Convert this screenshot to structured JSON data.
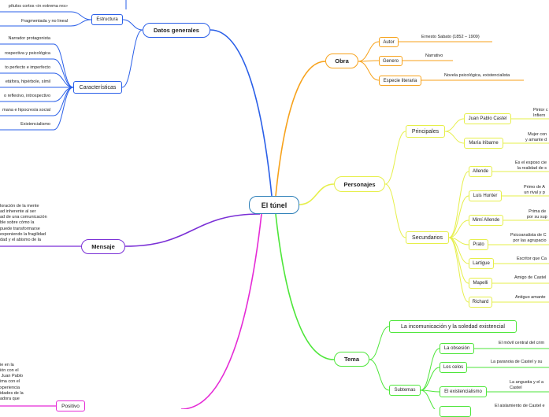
{
  "root": "El túnel",
  "colors": {
    "obra": "#f7a21b",
    "personajes": "#e6ef4a",
    "tema": "#4ee63a",
    "datos": "#2a5fe8",
    "mensaje": "#7a2fd6",
    "positivo": "#e52bd6",
    "root": "#2c7fb8"
  },
  "obra": {
    "label": "Obra",
    "items": [
      {
        "label": "Autor",
        "value": "Ernesto Sabato (1852 – 1909)"
      },
      {
        "label": "Genero",
        "value": "Narrativo"
      },
      {
        "label": "Especie literaria",
        "value": "Novela psicológica, existencialista"
      }
    ]
  },
  "personajes": {
    "label": "Personajes",
    "principales": {
      "label": "Principales",
      "items": [
        {
          "label": "Juan Pablo Castel",
          "desc": "Pintor c\nInfiern"
        },
        {
          "label": "María Iribarne",
          "desc": "Mujer con\ny amante d"
        }
      ]
    },
    "secundarios": {
      "label": "Secundarios",
      "items": [
        {
          "label": "Allende",
          "desc": "Es el esposo cie\nla realidad de s"
        },
        {
          "label": "Luis Hunter",
          "desc": "Primo de A\nun rival y p"
        },
        {
          "label": "Mimí Allende",
          "desc": "Prima de \npor su sup"
        },
        {
          "label": "Prato",
          "desc": "Psicoanalista de C\npor las agrupacio"
        },
        {
          "label": "Lartigue",
          "desc": "Escritor que Ca"
        },
        {
          "label": "Mapelli",
          "desc": "Amigo de Castel"
        },
        {
          "label": "Richard",
          "desc": "Antiguo amante"
        }
      ]
    }
  },
  "tema": {
    "label": "Tema",
    "main": "La incomunicación y la soledad existencial",
    "subtemas": {
      "label": "Subtemas",
      "items": [
        {
          "label": "La obsesión",
          "desc": "El móvil central del crim"
        },
        {
          "label": "Los celos",
          "desc": "La paranoia de Castel y su"
        },
        {
          "label": "El existencialismo",
          "desc": "La angustia y el a\nCastel"
        },
        {
          "label": "",
          "desc": "El aislamiento de Castel e"
        }
      ]
    }
  },
  "datos": {
    "label": "Datos generales",
    "estructura": {
      "label": "Estructura",
      "items": [
        "pítulos cortos «in extrema res»",
        "Fragmentada y no lineal"
      ]
    },
    "caracteristicas": {
      "label": "Características",
      "items": [
        "Narrador protagonista",
        "rospectiva y psicológica",
        "to perfecto e imperfecto",
        "etáfora, hipérbole, símil",
        "o reflexivo, introspectivo",
        "mana e hipocresía social",
        "Existencialismo"
      ]
    }
  },
  "mensaje": {
    "label": "Mensaje",
    "text": "loración de la mente\nad inherente al ser\nad de una comunicación\nble sobre cómo la\npuede transformarse\nexponiendo la fragilidad\ndad y el abismo de la"
  },
  "positivo": {
    "label": "Positivo",
    "text": "ie en la\nión con el\n Juan Pablo\nima con el\nxperiencia\nidades de la\nadora que"
  }
}
